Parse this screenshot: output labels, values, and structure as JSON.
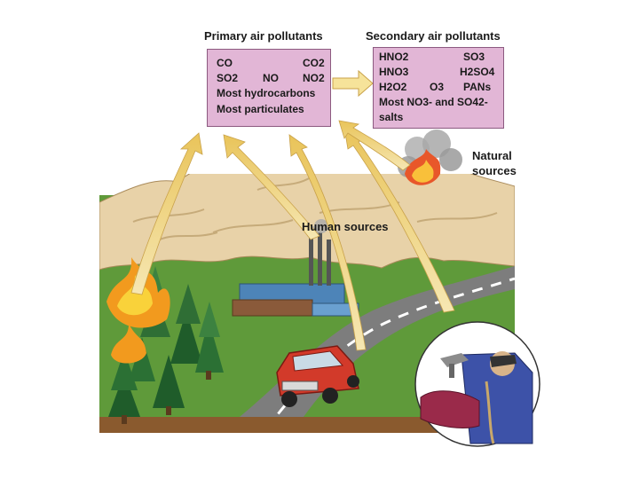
{
  "headers": {
    "primary": "Primary air pollutants",
    "secondary": "Secondary air pollutants"
  },
  "primary": {
    "co": "CO",
    "co2": "CO2",
    "so2": "SO2",
    "no": "NO",
    "no2": "NO2",
    "hydrocarbons": "Most hydrocarbons",
    "particulates": "Most particulates"
  },
  "secondary": {
    "hno2": "HNO2",
    "so3": "SO3",
    "hno3": "HNO3",
    "h2so4": "H2SO4",
    "h2o2": "H2O2",
    "o3": "O3",
    "pans": "PANs",
    "salts_line": "Most NO3- and SO42-",
    "salts": "salts"
  },
  "labels": {
    "natural_line1": "Natural",
    "natural_line2": "sources",
    "human": "Human sources"
  },
  "colors": {
    "box_fill": "#e2b6d6",
    "box_border": "#8c5a80",
    "arrow_fill": "#f3d47a",
    "grass": "#5f9a3a",
    "mountain": "#e8d2a8",
    "road": "#7d7d7d",
    "car": "#d23a2a",
    "factory": "#4d84b8"
  }
}
